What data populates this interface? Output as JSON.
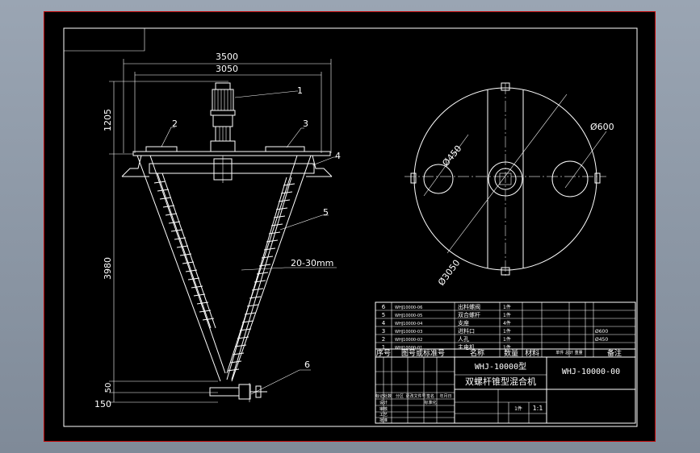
{
  "dims": {
    "w3500": "3500",
    "w3050": "3050",
    "h1205": "1205",
    "h3980": "3980",
    "h50": "50",
    "h150": "150",
    "gap": "20-30mm",
    "d600": "Ø600",
    "d450": "Ø450",
    "d3050": "Ø3050"
  },
  "callouts": [
    "1",
    "2",
    "3",
    "4",
    "5",
    "6"
  ],
  "bom": {
    "rows": [
      {
        "no": "6",
        "code": "WHJ10000-06",
        "name": "出料螺阀",
        "qty": "1件",
        "note": ""
      },
      {
        "no": "5",
        "code": "WHJ10000-05",
        "name": "双合螺杆",
        "qty": "1件",
        "note": ""
      },
      {
        "no": "4",
        "code": "WHJ10000-04",
        "name": "支座",
        "qty": "4件",
        "note": ""
      },
      {
        "no": "3",
        "code": "WHJ10000-03",
        "name": "进料口",
        "qty": "1件",
        "note": "Ø600"
      },
      {
        "no": "2",
        "code": "WHJ10000-02",
        "name": "人孔",
        "qty": "1件",
        "note": "Ø450"
      },
      {
        "no": "1",
        "code": "WHJ10000-01",
        "name": "主电机",
        "qty": "1件",
        "note": ""
      }
    ],
    "header": [
      "序号",
      "图号或标准号",
      "名称",
      "数量",
      "材料",
      "单件 总计 重量",
      "备注"
    ]
  },
  "title_block": {
    "model": "WHJ-10000型",
    "name": "双螺杆锥型混合机",
    "drawing_no": "WHJ-10000-00",
    "scale": "1:1",
    "marks": [
      "标记",
      "处数",
      "分区",
      "更改文件号",
      "签名",
      "年月日"
    ],
    "roles": [
      "设计",
      "审核",
      "工艺",
      "标准化",
      "批准"
    ],
    "sheet": "1件"
  }
}
